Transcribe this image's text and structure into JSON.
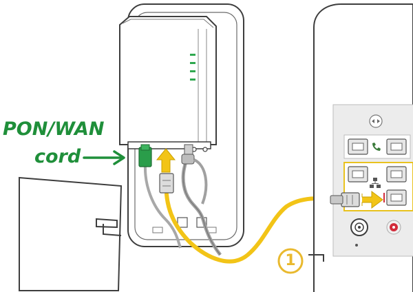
{
  "callout": {
    "line1": "PON/WAN",
    "line2": "cord"
  },
  "step": {
    "number": "1"
  },
  "colors": {
    "label_green": "#1f8f3a",
    "cable_yellow": "#f2c417",
    "step_yellow": "#e9b92e",
    "outline_gray": "#4a4a4a",
    "cable_gray": "#a0a0a0",
    "panel_fill": "#e9e9e9",
    "port_red": "#d22b3a"
  },
  "icons": [
    "arrow-right-icon",
    "phone-icon",
    "network-icon",
    "arrow-up-icon"
  ]
}
